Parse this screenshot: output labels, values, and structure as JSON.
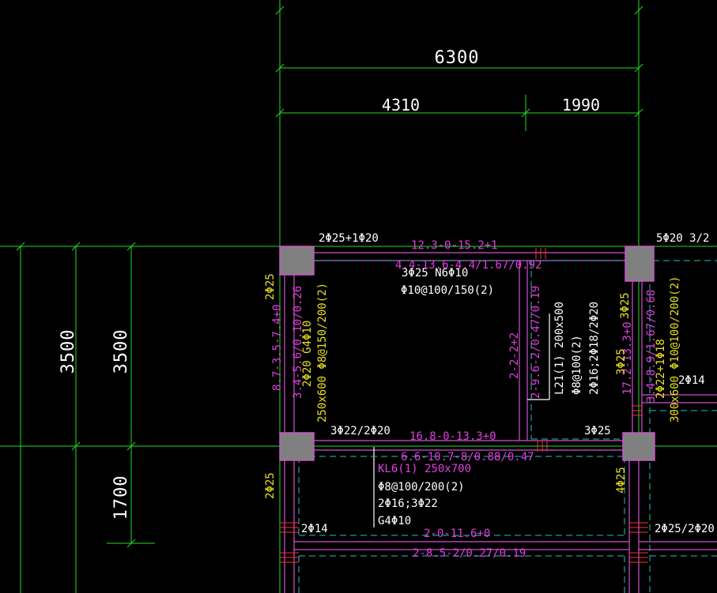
{
  "colors": {
    "background": "#000000",
    "axis_line": "#22dd22",
    "dimension_text": "#ffffff",
    "beam_line": "#d050d0",
    "beam_dash": "#20c0c0",
    "column_fill": "#808080",
    "column_border": "#d050d0",
    "annotation_magenta": "#e040e0",
    "annotation_yellow": "#e8e020",
    "annotation_white": "#ffffff",
    "rebar_red": "#ff3030"
  },
  "dimensions": {
    "top_total": "6300",
    "top_left": "4310",
    "top_right": "1990",
    "left_outer": "3500",
    "left_inner": "3500",
    "left_bottom": "1700"
  },
  "labels": {
    "top_beam_left_rebar": "2Φ25+1Φ20",
    "top_beam_right_rebar": "5Φ20 3/2",
    "top_beam_code_1": "12.3-0-15.2+1",
    "top_beam_code_2": "4.4-13.6-4.4/1.67/0.92",
    "top_beam_reinf_1": "3Φ25 N6Φ10",
    "top_beam_reinf_2": "Φ10@100/150(2)",
    "left_col_top": "2Φ25",
    "left_col_bottom": "2Φ25",
    "left_beam_code_1": "8.7-3.5-7.4+0",
    "left_beam_code_2": "3.4-5.6/0.10/0.26",
    "left_beam_reinf": "2Φ20 G4Φ10",
    "left_beam_size": "250x600 Φ8@150/200(2)",
    "mid_beam_left": "3Φ22/2Φ20",
    "mid_beam_code_1": "16.8-0-13.3+0",
    "mid_beam_code_2": "6.6-10.7-8/0.88/0.47",
    "mid_beam_right": "3Φ25",
    "center_beam_code_1": "2-2-2+2",
    "center_beam_code_2": "2-9.6-2/0.47/0.19",
    "l21_name": "L21(1) 200x500",
    "l21_stirrup": "Φ8@100(2)",
    "l21_rebar": "2Φ16;2Φ18/2Φ20",
    "kl6_name": "KL6(1) 250x700",
    "kl6_stirrup": "Φ8@100/200(2)",
    "kl6_rebar": "2Φ16;3Φ22",
    "kl6_side": "G4Φ10",
    "right_col_rebar": "3Φ25",
    "right_beam_code_1": "17.2-13.3+0",
    "right_beam_code_2": "3.4-8.9/1.67/0.68",
    "right_beam_reinf": "2Φ22+1Φ18",
    "right_beam_size": "300x600 Φ10@100/200(2)",
    "right_side_bar": "2Φ14",
    "bottom_left_bar": "2Φ14",
    "bottom_code_1": "2-0-11.6+0",
    "bottom_code_2": "2-8.5-2/0.27/0.19",
    "bottom_right_rebar": "2Φ25/2Φ20",
    "right_col_lower": "4Φ25"
  }
}
